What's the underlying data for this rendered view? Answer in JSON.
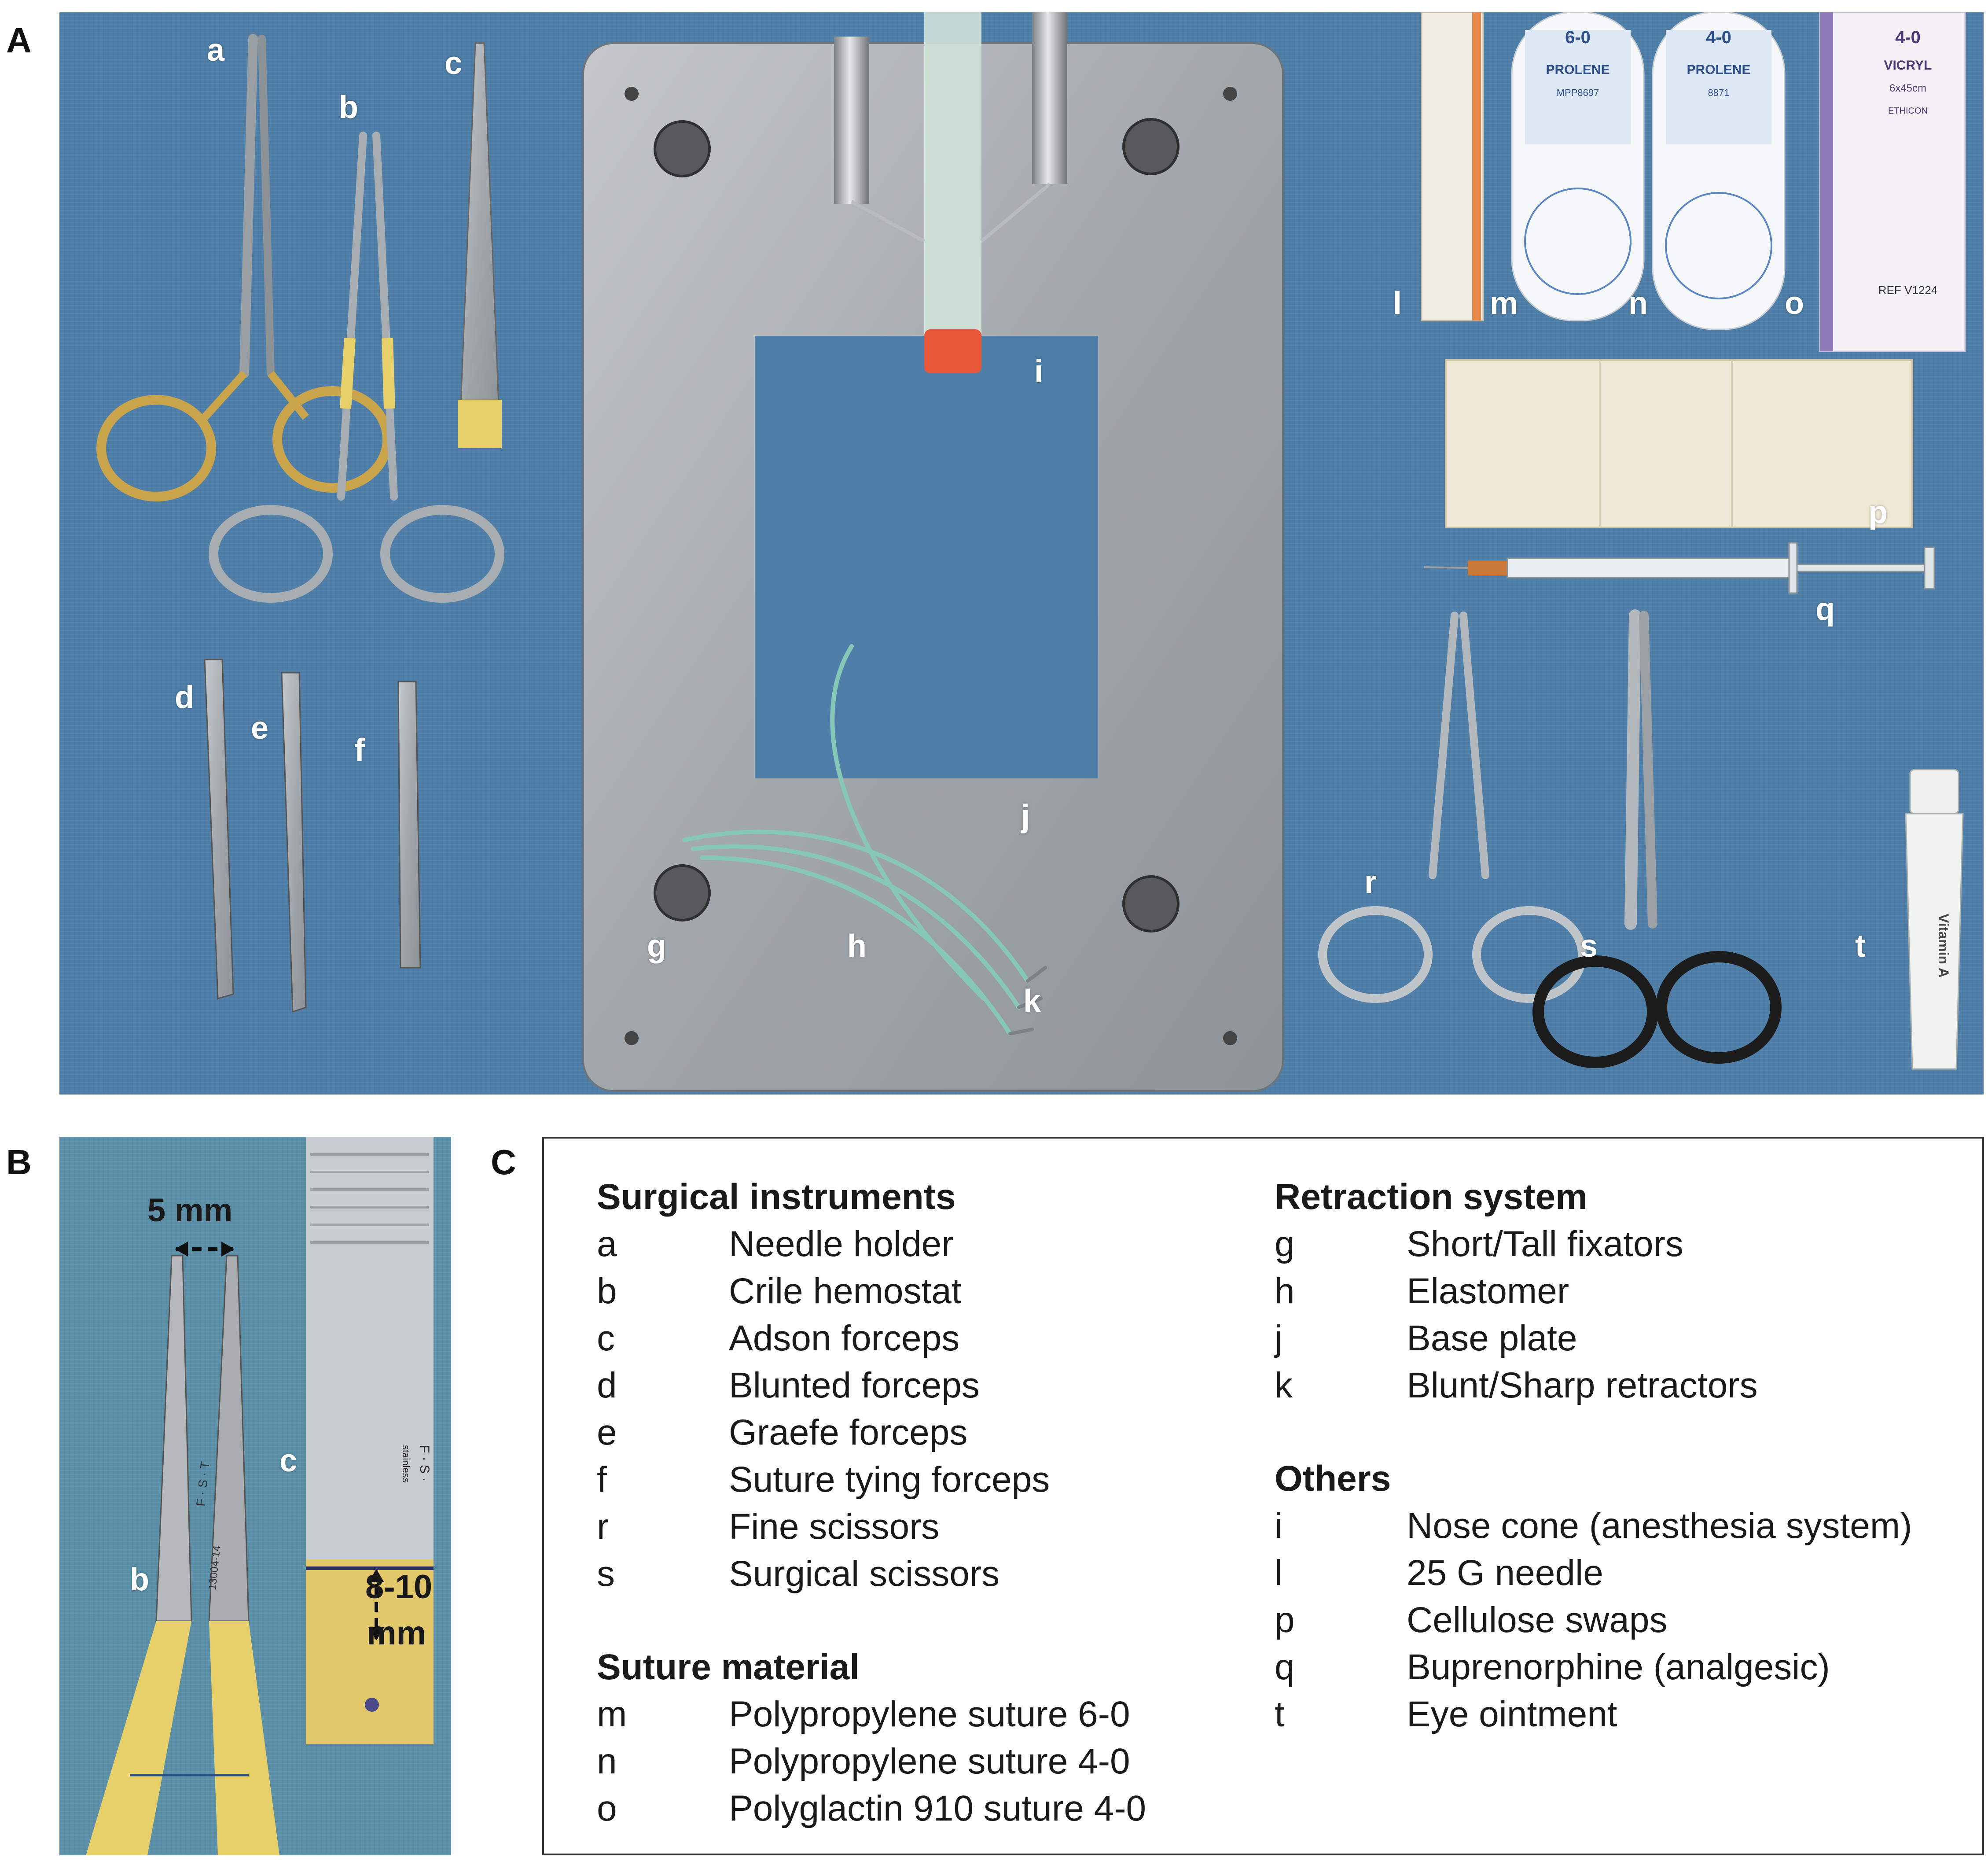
{
  "panels": {
    "a": "A",
    "b": "B",
    "c": "C"
  },
  "photo_a": {
    "labels": {
      "a": "a",
      "b": "b",
      "c": "c",
      "d": "d",
      "e": "e",
      "f": "f",
      "g": "g",
      "h": "h",
      "i": "i",
      "j": "j",
      "k": "k",
      "l": "l",
      "m": "m",
      "n": "n",
      "o": "o",
      "p": "p",
      "q": "q",
      "r": "r",
      "s": "s",
      "t": "t"
    },
    "packages": {
      "m_size": "6-0",
      "m_brand": "PROLENE",
      "m_code": "MPP8697",
      "n_size": "4-0",
      "n_brand": "PROLENE",
      "n_code": "8871",
      "o_size": "4-0",
      "o_brand": "VICRYL",
      "o_dims": "6x45cm",
      "o_ref": "REF V1224",
      "o_maker": "ETHICON",
      "t_name": "Vitamin A"
    }
  },
  "photo_b": {
    "labels": {
      "b": "b",
      "c": "c"
    },
    "width_measure": "5 mm",
    "depth_measure_line1": "8-10",
    "depth_measure_line2": "mm",
    "engraving_fst": "F · S · T",
    "engraving_code": "13004-14",
    "engraving_c": "F · S ·",
    "engraving_c2": "stainless"
  },
  "legend": {
    "surgical": {
      "title": "Surgical instruments",
      "items": [
        {
          "key": "a",
          "label": "Needle holder"
        },
        {
          "key": "b",
          "label": "Crile hemostat"
        },
        {
          "key": "c",
          "label": "Adson forceps"
        },
        {
          "key": "d",
          "label": "Blunted forceps"
        },
        {
          "key": "e",
          "label": "Graefe forceps"
        },
        {
          "key": "f",
          "label": "Suture tying forceps"
        },
        {
          "key": "r",
          "label": "Fine scissors"
        },
        {
          "key": "s",
          "label": "Surgical scissors"
        }
      ]
    },
    "suture": {
      "title": "Suture material",
      "items": [
        {
          "key": "m",
          "label": "Polypropylene suture 6-0"
        },
        {
          "key": "n",
          "label": "Polypropylene suture 4-0"
        },
        {
          "key": "o",
          "label": "Polyglactin 910 suture 4-0"
        }
      ]
    },
    "retraction": {
      "title": "Retraction system",
      "items": [
        {
          "key": "g",
          "label": "Short/Tall fixators"
        },
        {
          "key": "h",
          "label": "Elastomer"
        },
        {
          "key": "j",
          "label": "Base plate"
        },
        {
          "key": "k",
          "label": "Blunt/Sharp retractors"
        }
      ]
    },
    "others": {
      "title": "Others",
      "items": [
        {
          "key": "i",
          "label": "Nose cone (anesthesia system)"
        },
        {
          "key": "l",
          "label": "25 G needle"
        },
        {
          "key": "p",
          "label": "Cellulose swaps"
        },
        {
          "key": "q",
          "label": "Buprenorphine (analgesic)"
        },
        {
          "key": "t",
          "label": "Eye ointment"
        }
      ]
    }
  },
  "colors": {
    "drape": "#4f7fa8",
    "steel": "#a9aeb2",
    "gold": "#c9a44a",
    "yellow_grip": "#e7cf6a",
    "nose_cone": "#e8573a",
    "elastomer": "#86c7b8",
    "vicryl_purple": "#8e7bb8",
    "prolene_blue": "#5a86c6"
  }
}
